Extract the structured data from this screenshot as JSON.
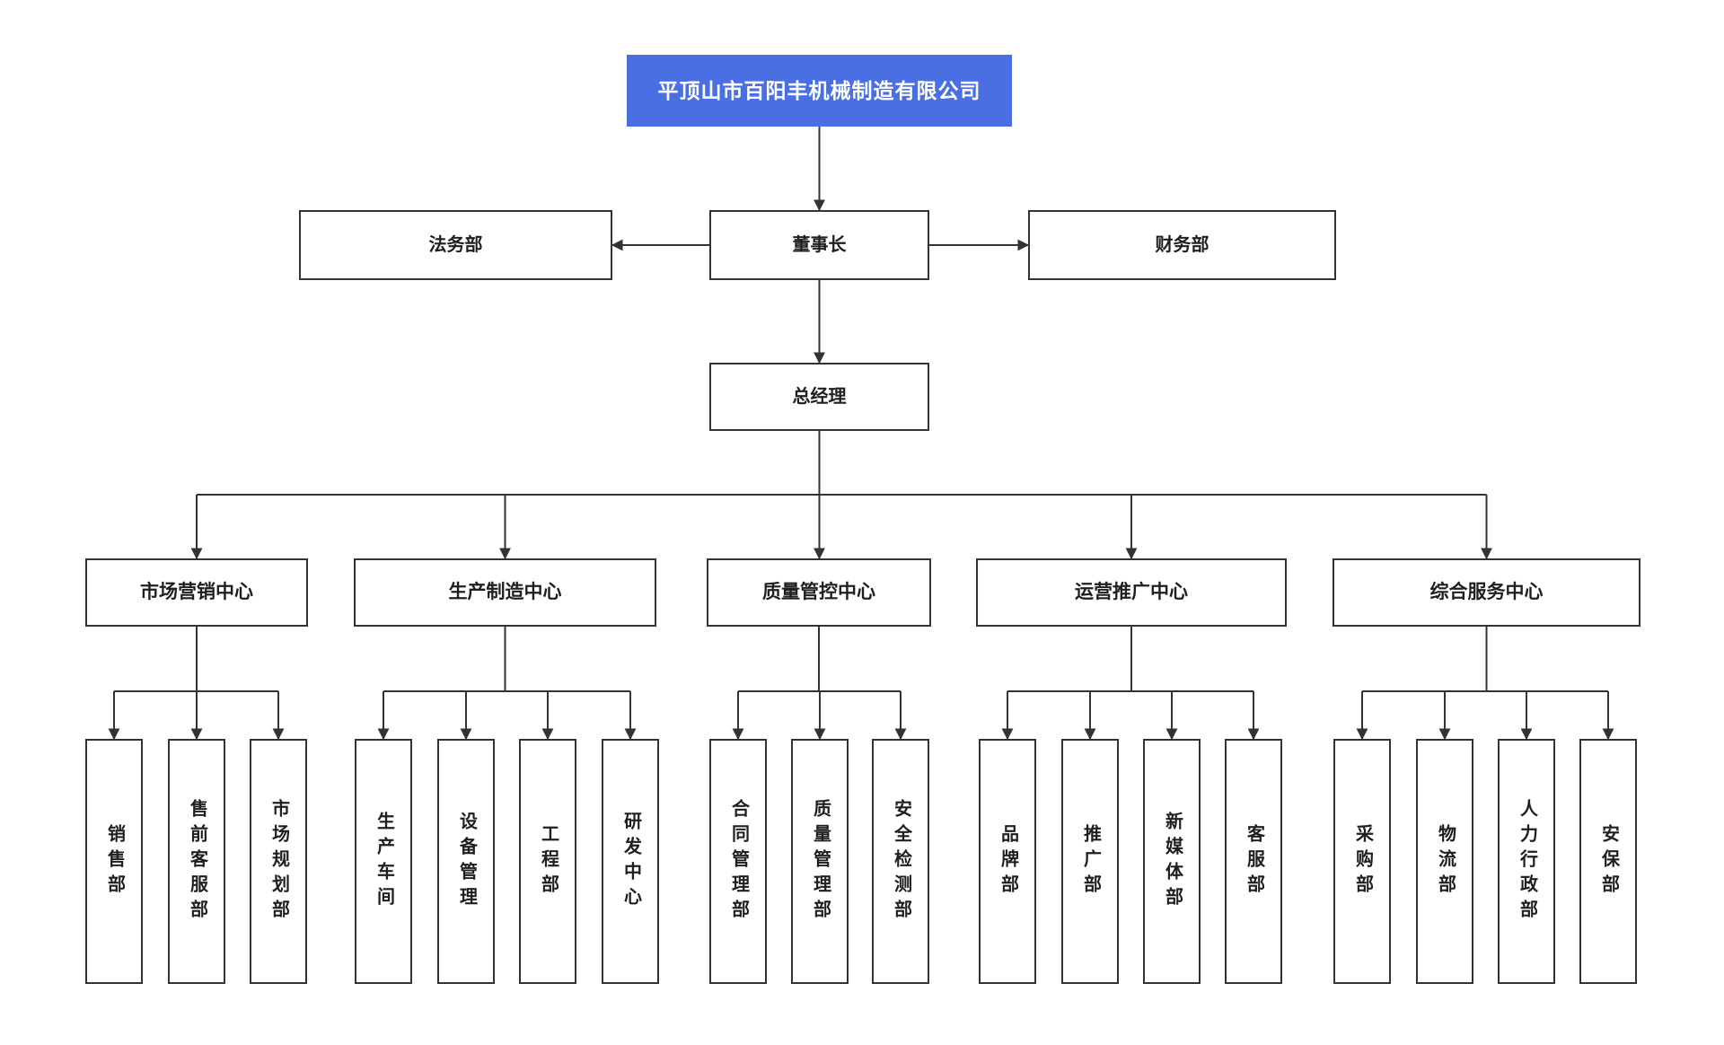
{
  "org": {
    "root": {
      "label": "平顶山市百阳丰机械制造有限公司"
    },
    "executives": {
      "chairman": {
        "label": "董事长"
      },
      "legal": {
        "label": "法务部"
      },
      "finance": {
        "label": "财务部"
      },
      "general_manager": {
        "label": "总经理"
      }
    },
    "centers": [
      {
        "label": "市场营销中心",
        "children": [
          {
            "label": "销售部"
          },
          {
            "label": "售前客服部"
          },
          {
            "label": "市场规划部"
          }
        ]
      },
      {
        "label": "生产制造中心",
        "children": [
          {
            "label": "生产车间"
          },
          {
            "label": "设备管理"
          },
          {
            "label": "工程部"
          },
          {
            "label": "研发中心"
          }
        ]
      },
      {
        "label": "质量管控中心",
        "children": [
          {
            "label": "合同管理部"
          },
          {
            "label": "质量管理部"
          },
          {
            "label": "安全检测部"
          }
        ]
      },
      {
        "label": "运营推广中心",
        "children": [
          {
            "label": "品牌部"
          },
          {
            "label": "推广部"
          },
          {
            "label": "新媒体部"
          },
          {
            "label": "客服部"
          }
        ]
      },
      {
        "label": "综合服务中心",
        "children": [
          {
            "label": "采购部"
          },
          {
            "label": "物流部"
          },
          {
            "label": "人力行政部"
          },
          {
            "label": "安保部"
          }
        ]
      }
    ],
    "colors": {
      "root_bg": "#4A6FE3",
      "root_text": "#FFFFFF",
      "box_border": "#333333",
      "line": "#333333",
      "text": "#1F1F1F",
      "bg": "#FFFFFF"
    }
  }
}
